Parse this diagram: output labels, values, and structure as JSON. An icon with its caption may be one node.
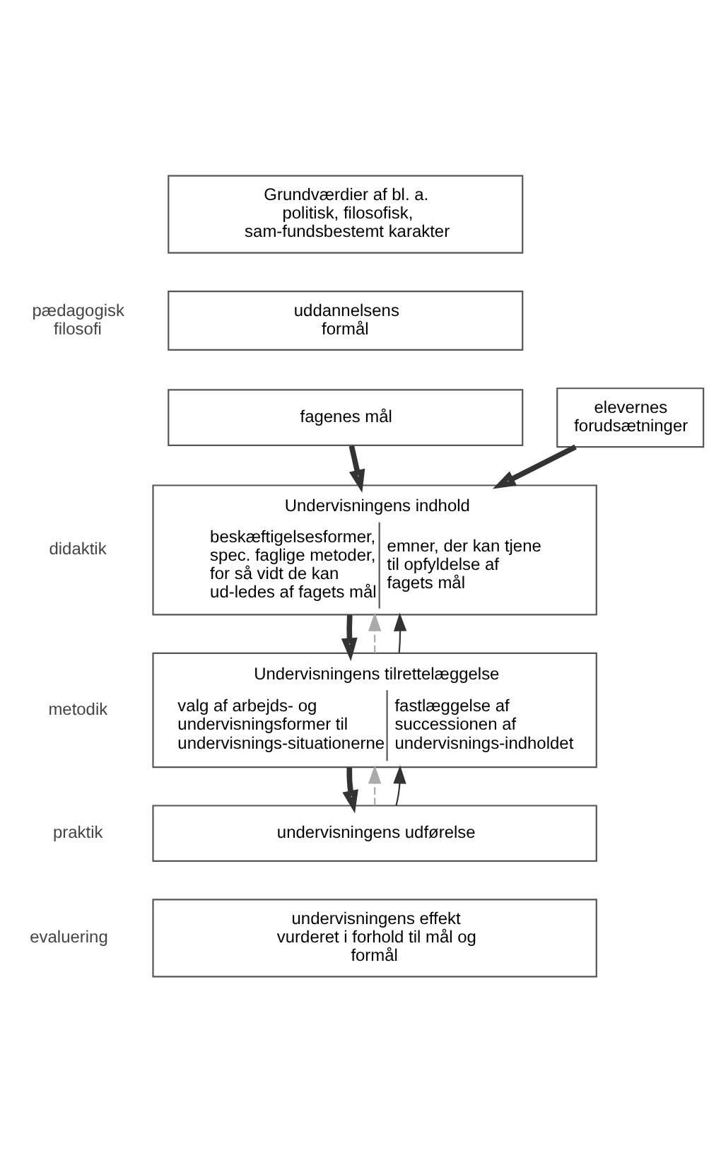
{
  "diagram": {
    "nodes": [
      {
        "text": [
          "Grundværdier af bl. a. politisk, filosofisk, sam-fundsbestemt karakter"
        ]
      },
      {
        "text": [
          "uddannelsens formål"
        ]
      },
      {
        "text": [
          "fagenes mål"
        ]
      },
      {
        "text": [
          "elevernes forudsætninger"
        ]
      },
      {
        "text": [
          "Undervisningens indhold",
          "beskæftigelsesformer, spec. faglige metoder, for så vidt de kan ud-ledes af fagets mål",
          "emner, der kan tjene til opfyldelse af fagets mål"
        ]
      },
      {
        "text": [
          "Undervisningens tilrettelæggelse",
          "valg af arbejds- og undervisningsformer til undervisnings-situationerne",
          "fastlæggelse af successionen af undervisnings-indholdet"
        ]
      },
      {
        "text": [
          "undervisningens udførelse"
        ]
      },
      {
        "text": [
          "undervisningens effekt vurderet i forhold til mål og formål"
        ]
      }
    ],
    "edges": [
      {
        "from": 2,
        "to": 4,
        "arrow": "to",
        "style": "thick"
      },
      {
        "from": 3,
        "to": 4,
        "arrow": "to",
        "style": "thick"
      },
      {
        "from": 4,
        "to": 5,
        "arrow": "to",
        "style": "thick"
      },
      {
        "from": 5,
        "to": 4,
        "arrow": "to",
        "style": "dashed",
        "color": "#aaaaaa"
      },
      {
        "from": 5,
        "to": 4,
        "arrow": "to"
      },
      {
        "from": 5,
        "to": 6,
        "arrow": "to",
        "style": "thick"
      },
      {
        "from": 6,
        "to": 5,
        "arrow": "to",
        "style": "dashed",
        "color": "#aaaaaa"
      },
      {
        "from": 6,
        "to": 5,
        "arrow": "to"
      }
    ],
    "labels": [
      "pædagogisk filosofi",
      "didaktik",
      "metodik",
      "praktik",
      "evaluering"
    ]
  }
}
